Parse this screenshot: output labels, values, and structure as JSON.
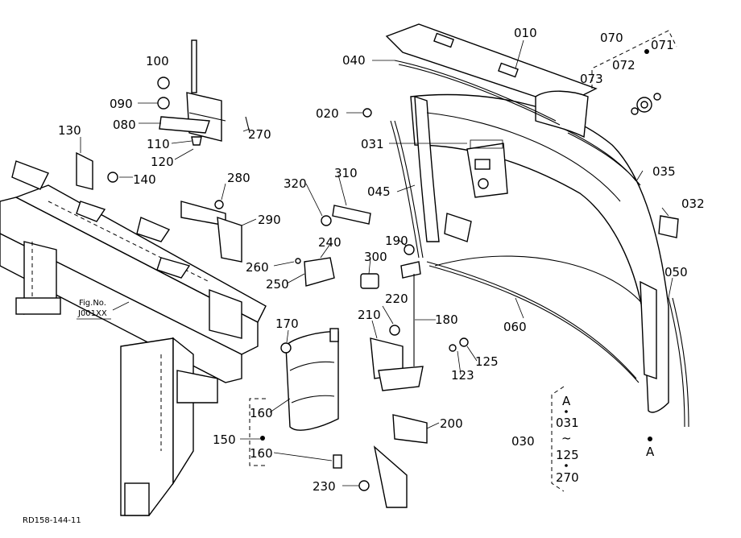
{
  "labels": {
    "p010": "010",
    "p020": "020",
    "p030": "030",
    "p031": "031",
    "p032": "032",
    "p035": "035",
    "p040": "040",
    "p045": "045",
    "p050": "050",
    "p060": "060",
    "p070": "070",
    "p071": "071",
    "p072": "072",
    "p073": "073",
    "p080": "080",
    "p090": "090",
    "p100": "100",
    "p110": "110",
    "p120": "120",
    "p123": "123",
    "p125": "125",
    "p130": "130",
    "p140": "140",
    "p150": "150",
    "p160a": "160",
    "p160b": "160",
    "p170": "170",
    "p180": "180",
    "p190": "190",
    "p200": "200",
    "p210": "210",
    "p220": "220",
    "p230": "230",
    "p240": "240",
    "p250": "250",
    "p260": "260",
    "p270": "270",
    "p280": "280",
    "p290": "290",
    "p300": "300",
    "p310": "310",
    "p320": "320"
  },
  "figref": {
    "line1": "Fig.No.",
    "line2": "J001XX"
  },
  "legend": {
    "top": "A",
    "row1": "031",
    "tilde": "~",
    "row2": "125",
    "row3": "270"
  },
  "marker_a": "A",
  "drawing_code": "RD158-144-11"
}
